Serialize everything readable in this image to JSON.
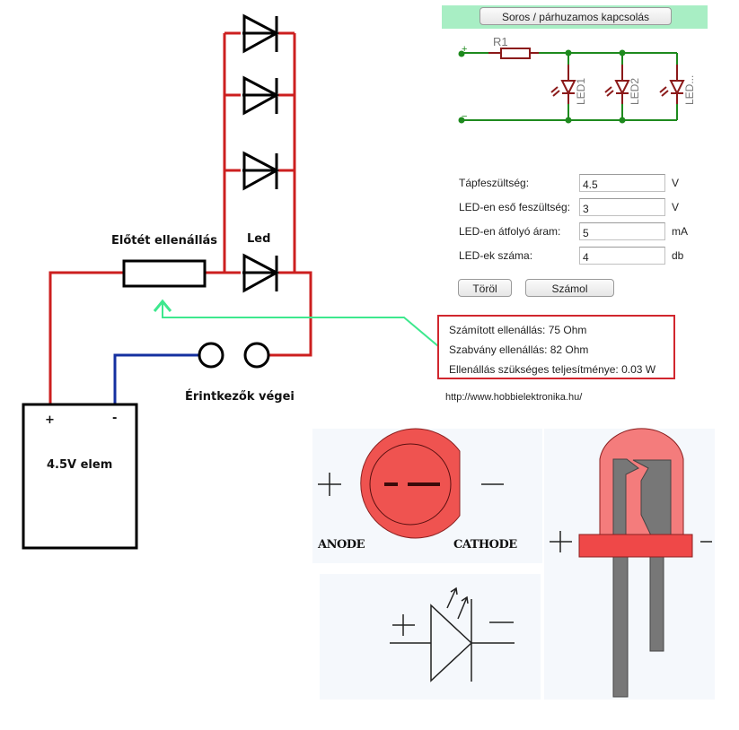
{
  "circuit": {
    "resistor_label": "Előtét ellenállás",
    "led_label": "Led",
    "contacts_label": "Érintkezők végei",
    "battery": {
      "plus": "+",
      "minus": "-",
      "label": "4.5V elem"
    },
    "led_count": 4,
    "colors": {
      "wire_positive": "#cc1f1f",
      "wire_negative": "#1530a0",
      "pointer": "#3ee88e"
    }
  },
  "calculator": {
    "mode_button": "Soros / párhuzamos kapcsolás",
    "banner_color": "#a8eec4",
    "schematic": {
      "plus": "+",
      "minus": "−",
      "resistor": "R1",
      "leds": [
        "LED1",
        "LED2",
        "LED..."
      ]
    },
    "fields": [
      {
        "label": "Tápfeszültség:",
        "value": "4.5",
        "unit": "V"
      },
      {
        "label": "LED-en eső feszültség:",
        "value": "3",
        "unit": "V"
      },
      {
        "label": "LED-en átfolyó áram:",
        "value": "5",
        "unit": "mA"
      },
      {
        "label": "LED-ek száma:",
        "value": "4",
        "unit": "db"
      }
    ],
    "clear_button": "Töröl",
    "calculate_button": "Számol",
    "results": [
      "Számított ellenállás: 75 Ohm",
      "Szabvány ellenállás: 82  Ohm",
      "Ellenállás szükséges teljesítménye: 0.03 W"
    ],
    "url": "http://www.hobbielektronika.hu/"
  },
  "led_reference": {
    "anode_label": "ANODE",
    "cathode_label": "CATHODE",
    "plus": "+",
    "minus": "−",
    "led_color": "#ef5350"
  }
}
